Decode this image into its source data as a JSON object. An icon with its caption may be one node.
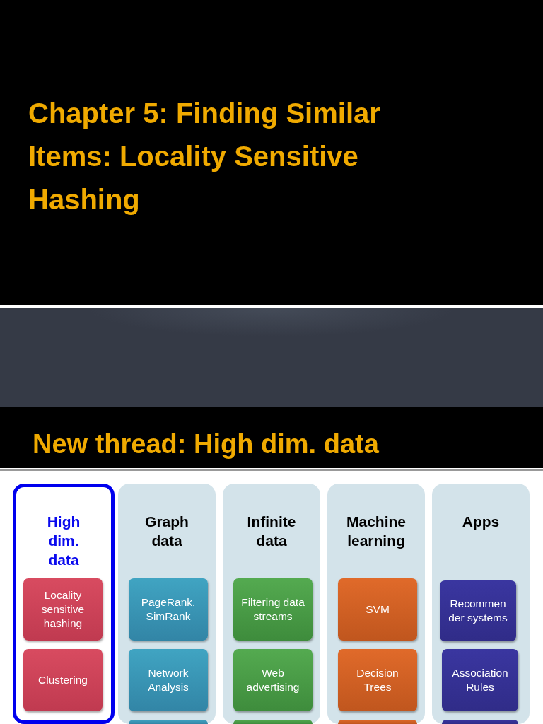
{
  "diagram": {
    "title": "Chapter 5: Finding Similar Items: Locality Sensitive Hashing",
    "nodes": [
      {
        "text": [
          "High dim. data"
        ]
      },
      {
        "text": [
          "Locality sensitive hashing"
        ],
        "in": 0
      },
      {
        "text": [
          "Clustering"
        ],
        "in": 0
      },
      {
        "text": [],
        "shape": "box",
        "in": 0
      },
      {
        "text": [
          "Graph data"
        ]
      },
      {
        "text": [
          "PageRank, SimRank"
        ],
        "in": 4
      },
      {
        "text": [
          "Network Analysis"
        ],
        "in": 4
      },
      {
        "text": [],
        "shape": "box",
        "in": 4
      },
      {
        "text": [
          "Infinite data"
        ]
      },
      {
        "text": [
          "Filtering data streams"
        ],
        "in": 8
      },
      {
        "text": [
          "Web advertising"
        ],
        "in": 8
      },
      {
        "text": [],
        "shape": "box",
        "in": 8
      },
      {
        "text": [
          "Machine learning"
        ]
      },
      {
        "text": [
          "SVM"
        ],
        "in": 12
      },
      {
        "text": [
          "Decision Trees"
        ],
        "in": 12
      },
      {
        "text": [],
        "shape": "box",
        "in": 12
      },
      {
        "text": [
          "Apps"
        ]
      },
      {
        "text": [
          "Recommen der systems"
        ],
        "in": 16
      },
      {
        "text": [
          "Association Rules"
        ],
        "in": 16
      },
      {
        "text": [],
        "shape": "box",
        "in": 16
      }
    ],
    "labels": [
      "New thread: High dim. data"
    ]
  }
}
